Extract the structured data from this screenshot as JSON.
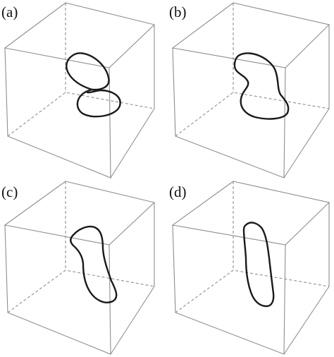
{
  "panels": [
    {
      "id": "a",
      "label": "(a)"
    },
    {
      "id": "b",
      "label": "(b)"
    },
    {
      "id": "c",
      "label": "(c)"
    },
    {
      "id": "d",
      "label": "(d)"
    }
  ]
}
